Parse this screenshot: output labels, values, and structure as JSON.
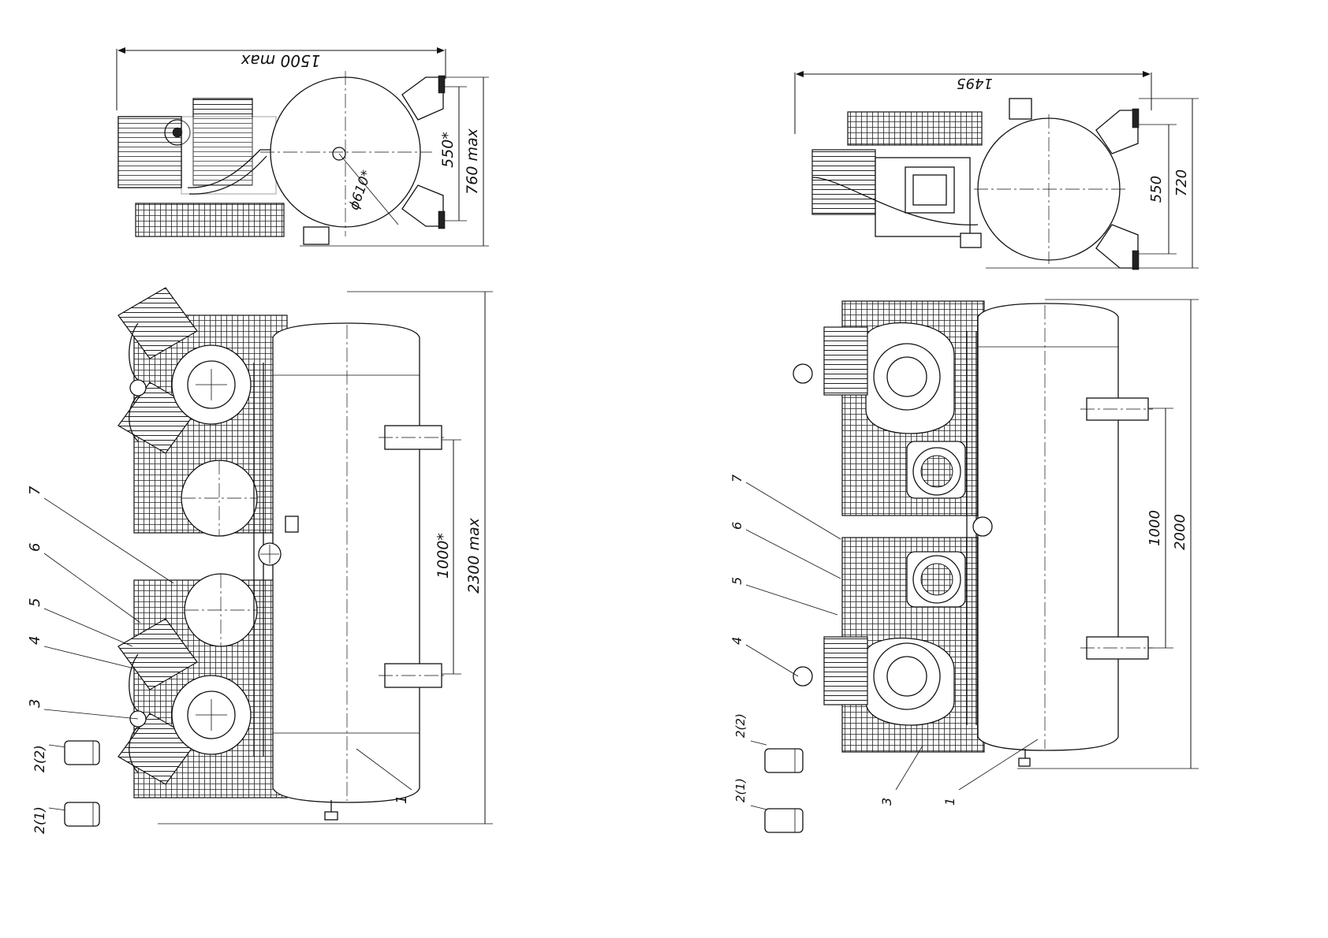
{
  "left_view": {
    "dimensions": {
      "top_width": "1500 max",
      "tank_diameter": "ϕ610*",
      "foot_spacing": "550*",
      "overall_depth": "760 max",
      "foot_pitch": "1000*",
      "overall_length": "2300 max"
    },
    "callouts": [
      "7",
      "6",
      "5",
      "4",
      "3",
      "2(2)",
      "2(1)",
      "1"
    ]
  },
  "right_view": {
    "dimensions": {
      "top_width": "1495",
      "foot_spacing": "550",
      "overall_depth": "720",
      "foot_pitch": "1000",
      "overall_length": "2000"
    },
    "callouts": [
      "7",
      "6",
      "5",
      "4",
      "2(2)",
      "2(1)",
      "3",
      "1"
    ]
  }
}
